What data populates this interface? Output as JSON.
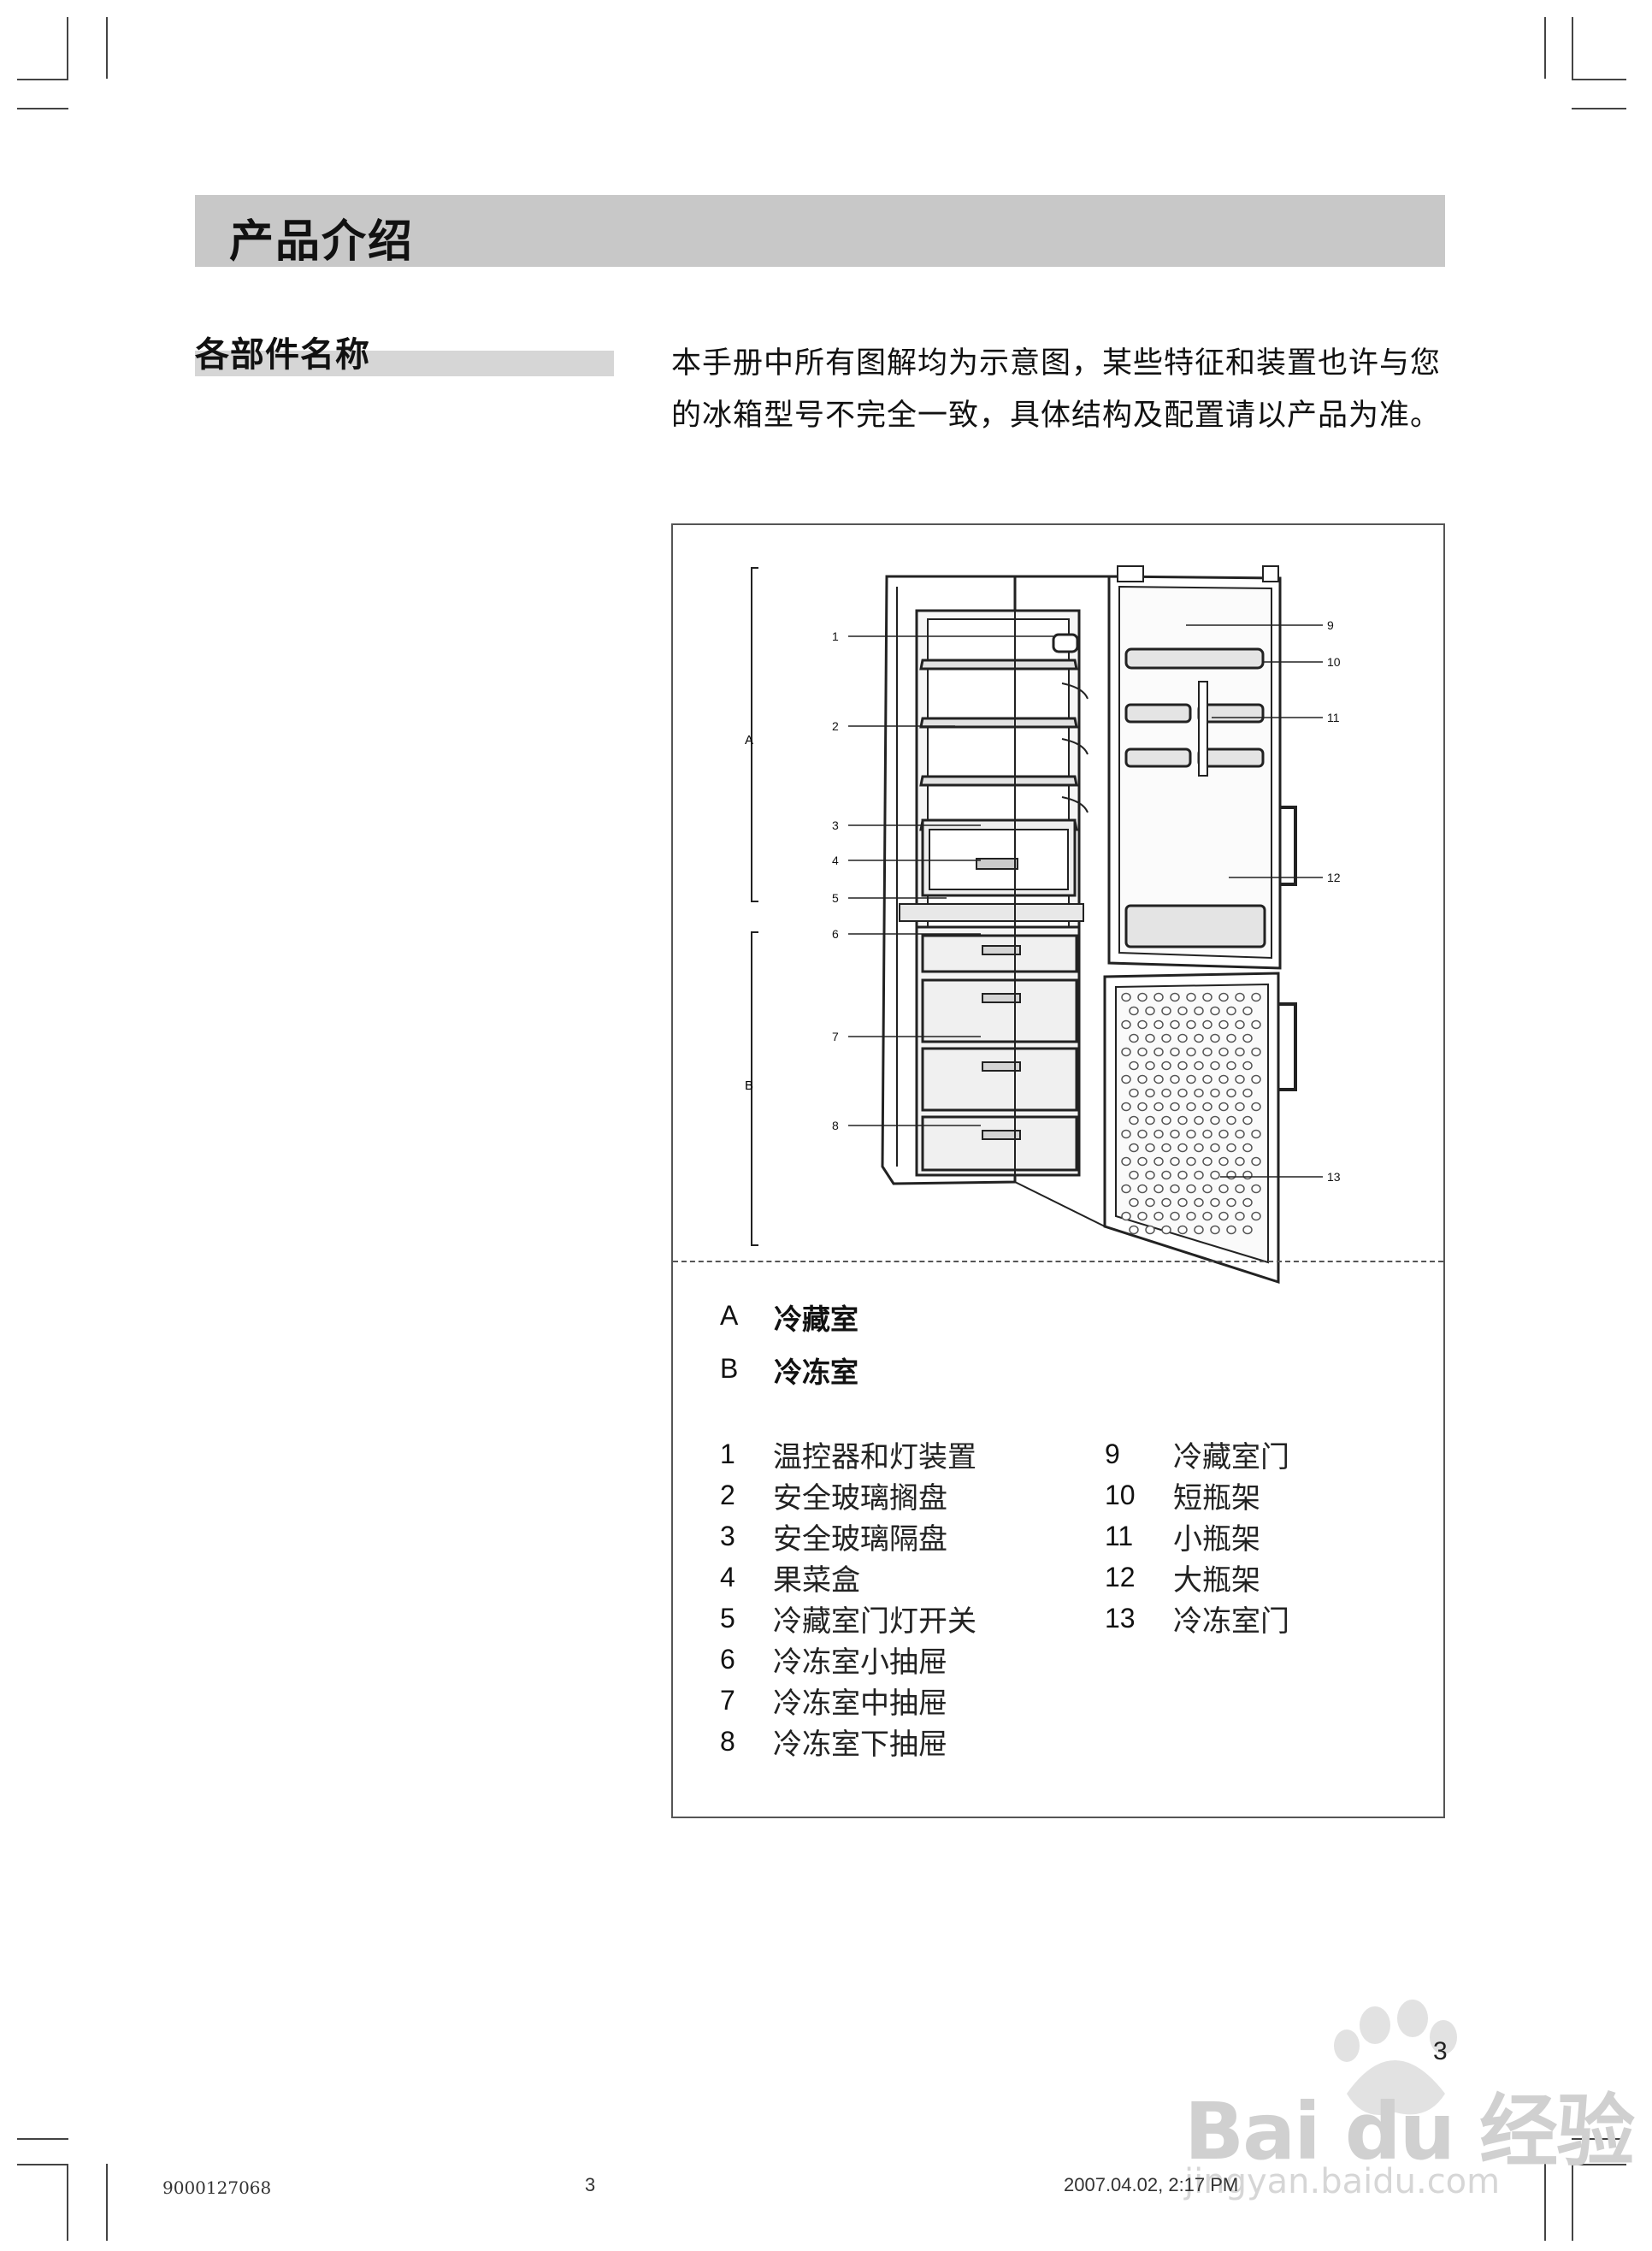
{
  "header": {
    "title": "产品介绍"
  },
  "section": {
    "title": "各部件名称"
  },
  "intro": {
    "line1": "本手册中所有图解均为示意图，某些特征和装置也许与您",
    "line2": "的冰箱型号不完全一致，具体结构及配置请以产品为准。"
  },
  "figure": {
    "zone_labels": [
      "A",
      "B"
    ],
    "callouts": [
      "1",
      "2",
      "3",
      "4",
      "5",
      "6",
      "7",
      "8",
      "9",
      "10",
      "11",
      "12",
      "13"
    ]
  },
  "legend": {
    "zones": [
      {
        "letter": "A",
        "name": "冷藏室"
      },
      {
        "letter": "B",
        "name": "冷冻室"
      }
    ],
    "parts_left": [
      {
        "num": "1",
        "label": "温控器和灯装置"
      },
      {
        "num": "2",
        "label": "安全玻璃搁盘"
      },
      {
        "num": "3",
        "label": "安全玻璃隔盘"
      },
      {
        "num": "4",
        "label": "果菜盒"
      },
      {
        "num": "5",
        "label": "冷藏室门灯开关"
      },
      {
        "num": "6",
        "label": "冷冻室小抽屉"
      },
      {
        "num": "7",
        "label": "冷冻室中抽屉"
      },
      {
        "num": "8",
        "label": "冷冻室下抽屉"
      }
    ],
    "parts_right": [
      {
        "num": "9",
        "label": "冷藏室门"
      },
      {
        "num": "10",
        "label": "短瓶架"
      },
      {
        "num": "11",
        "label": "小瓶架"
      },
      {
        "num": "12",
        "label": "大瓶架"
      },
      {
        "num": "13",
        "label": "冷冻室门"
      }
    ]
  },
  "footer": {
    "doc_number": "9000127068",
    "page": "3",
    "timestamp": "2007.04.02, 2:17 PM",
    "page_number": "3"
  },
  "watermark": {
    "brand": "Bai du 经验",
    "url": "jingyan.baidu.com"
  }
}
